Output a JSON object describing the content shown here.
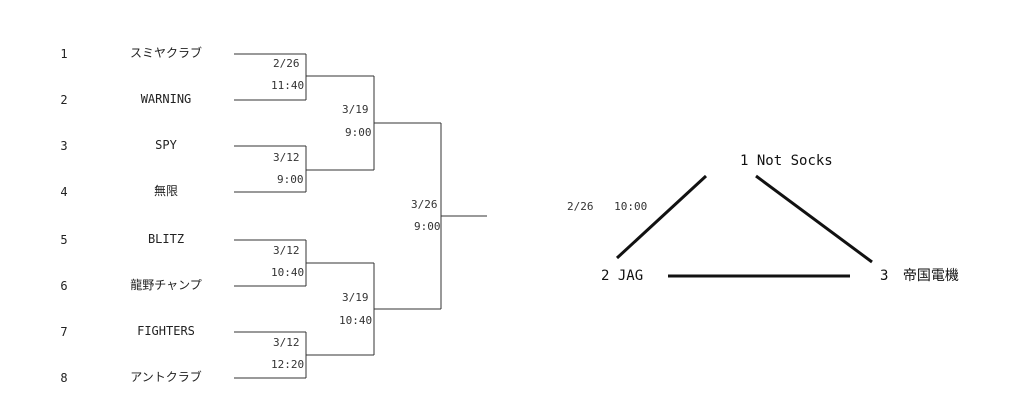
{
  "bracket": {
    "teams": [
      {
        "seed": "1",
        "name": "スミヤクラブ"
      },
      {
        "seed": "2",
        "name": "WARNING"
      },
      {
        "seed": "3",
        "name": "SPY"
      },
      {
        "seed": "4",
        "name": "無限"
      },
      {
        "seed": "5",
        "name": "BLITZ"
      },
      {
        "seed": "6",
        "name": "龍野チャンプ"
      },
      {
        "seed": "7",
        "name": "FIGHTERS"
      },
      {
        "seed": "8",
        "name": "アントクラブ"
      }
    ],
    "round1": [
      {
        "date": "2/26",
        "time": "11:40"
      },
      {
        "date": "3/12",
        "time": "9:00"
      },
      {
        "date": "3/12",
        "time": "10:40"
      },
      {
        "date": "3/12",
        "time": "12:20"
      }
    ],
    "round2": [
      {
        "date": "3/19",
        "time": "9:00"
      },
      {
        "date": "3/19",
        "time": "10:40"
      }
    ],
    "final": {
      "date": "3/26",
      "time": "9:00"
    }
  },
  "round_robin": {
    "teams": [
      {
        "seed": "1",
        "name": "Not Socks"
      },
      {
        "seed": "2",
        "name": "JAG"
      },
      {
        "seed": "3",
        "name": "帝国電機"
      }
    ],
    "match": {
      "date": "2/26",
      "time": "10:00"
    }
  }
}
